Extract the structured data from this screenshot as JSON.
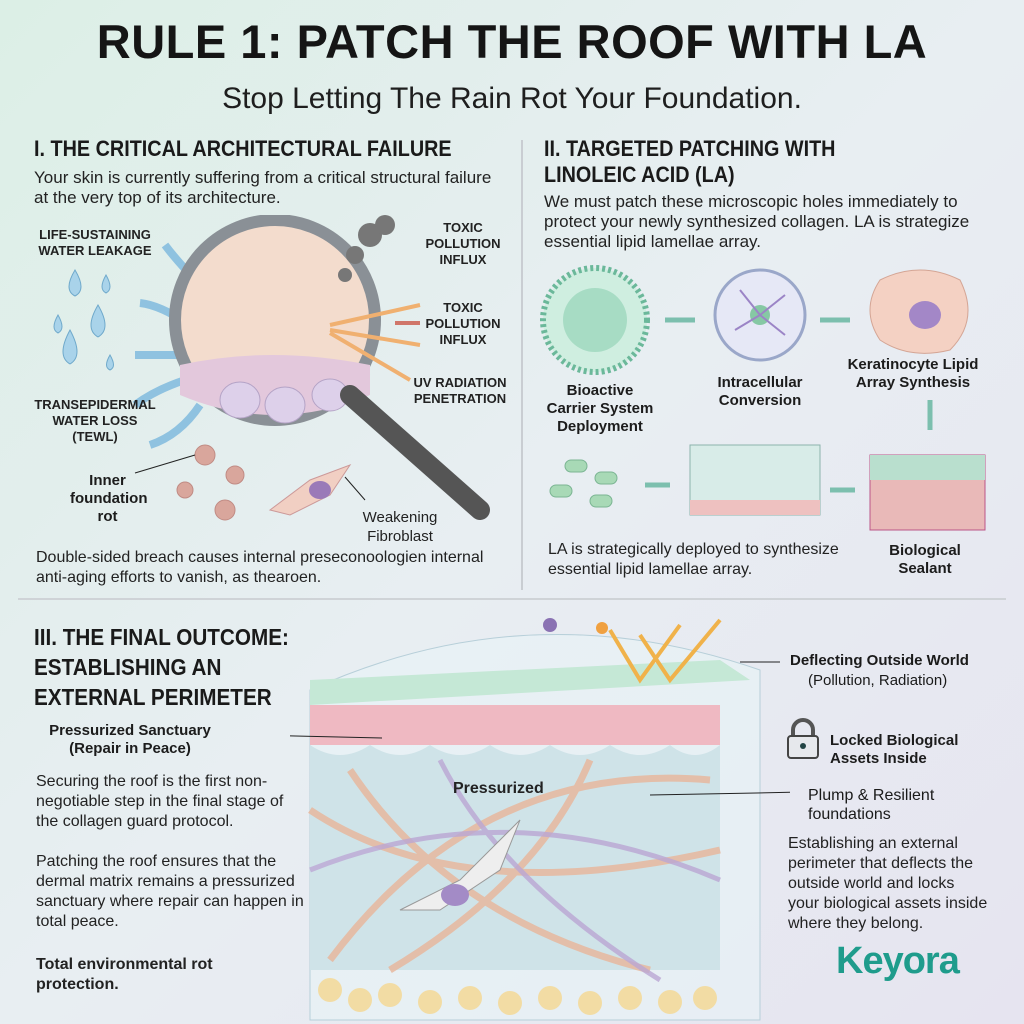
{
  "header": {
    "title": "RULE 1: PATCH THE ROOF WITH LA",
    "subtitle": "Stop Letting The Rain Rot Your Foundation."
  },
  "section1": {
    "heading": "I. THE CRITICAL ARCHITECTURAL FAILURE",
    "intro": "Your skin is currently suffering from a critical structural failure at the very top of its architecture.",
    "labels": {
      "water_leakage": "LIFE-SUSTAINING WATER LEAKAGE",
      "toxic1": "TOXIC POLLUTION INFLUX",
      "toxic2": "TOXIC POLLUTION INFLUX",
      "uv": "UV RADIATION PENETRATION",
      "tewl": "TRANSEPIDERMAL WATER LOSS (TEWL)",
      "rot": "Inner foundation rot",
      "fibroblast": "Weakening Fibroblast"
    },
    "footer": "Double-sided breach causes internal preseconoologien internal anti-aging efforts to vanish, as thearoen."
  },
  "section2": {
    "heading": "II. TARGETED PATCHING WITH LINOLEIC ACID (LA)",
    "intro": "We must patch these microscopic holes immediately to protect your newly synthesized collagen. LA is strategize essential lipid lamellae array.",
    "steps": [
      "Bioactive Carrier System Deployment",
      "Intracellular Conversion",
      "Keratinocyte Lipid Array Synthesis",
      "Biological Sealant"
    ],
    "footer": "LA is strategically deployed to synthesize essential lipid lamellae array."
  },
  "section3": {
    "heading": "III. THE FINAL OUTCOME: ESTABLISHING AN EXTERNAL PERIMETER",
    "sanctuary": "Pressurized Sanctuary (Repair in Peace)",
    "p1": "Securing the roof is the first non-negotiable step in the final stage of the collagen guard protocol.",
    "p2": "Patching the roof ensures that the dermal matrix remains a pressurized sanctuary where repair can happen in total peace.",
    "p3": "Total environmental rot protection.",
    "pressurized": "Pressurized",
    "deflecting": "Deflecting Outside World",
    "deflecting_sub": "(Pollution, Radiation)",
    "locked": "Locked Biological Assets Inside",
    "plump": "Plump & Resilient foundations",
    "p4": "Establishing an external perimeter that deflects the outside world and locks your biological assets inside where they belong."
  },
  "brand": {
    "logo": "Keyora",
    "color": "#1f9c8c"
  }
}
